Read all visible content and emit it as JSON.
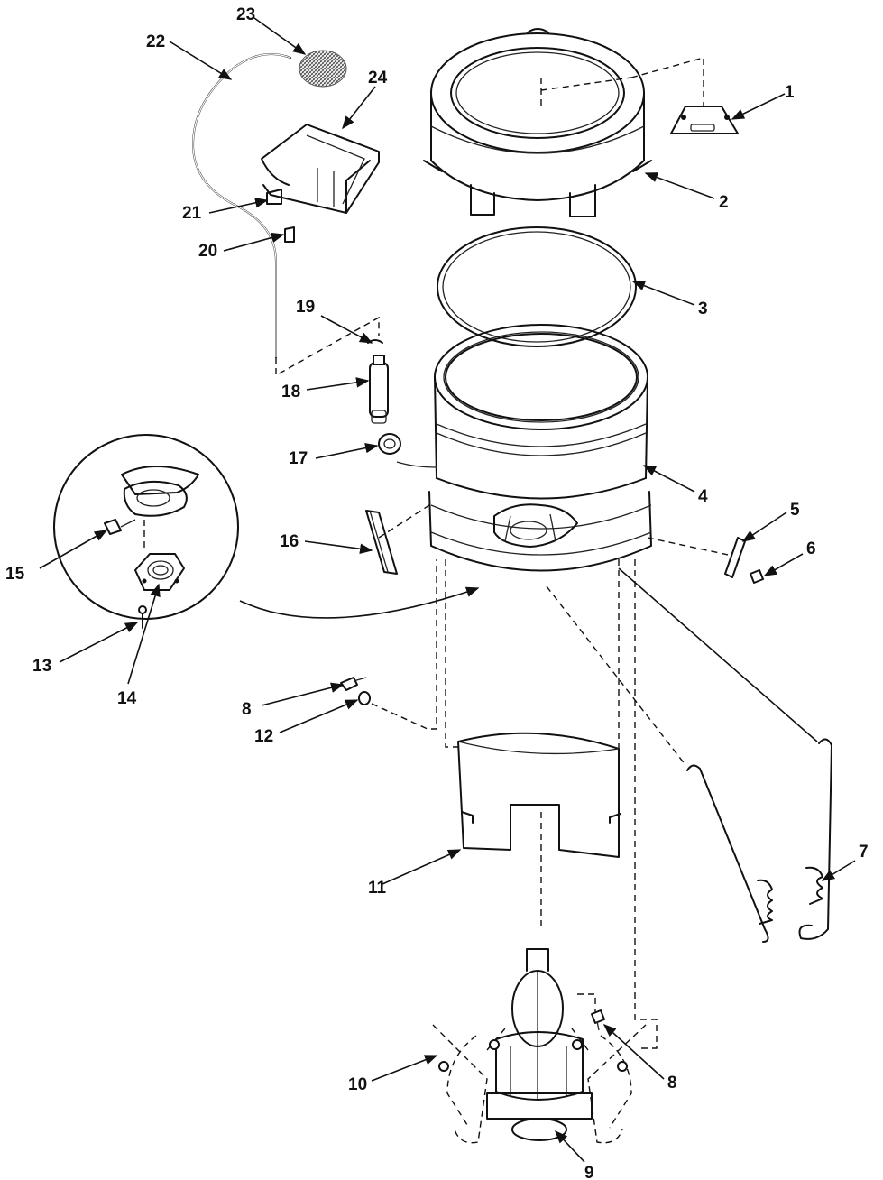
{
  "diagram": {
    "callouts": [
      {
        "id": "1",
        "label": "1"
      },
      {
        "id": "2",
        "label": "2"
      },
      {
        "id": "3",
        "label": "3"
      },
      {
        "id": "4",
        "label": "4"
      },
      {
        "id": "5",
        "label": "5"
      },
      {
        "id": "6",
        "label": "6"
      },
      {
        "id": "7",
        "label": "7"
      },
      {
        "id": "8a",
        "label": "8"
      },
      {
        "id": "8b",
        "label": "8"
      },
      {
        "id": "9",
        "label": "9"
      },
      {
        "id": "10",
        "label": "10"
      },
      {
        "id": "11",
        "label": "11"
      },
      {
        "id": "12",
        "label": "12"
      },
      {
        "id": "13",
        "label": "13"
      },
      {
        "id": "14",
        "label": "14"
      },
      {
        "id": "15",
        "label": "15"
      },
      {
        "id": "16",
        "label": "16"
      },
      {
        "id": "17",
        "label": "17"
      },
      {
        "id": "18",
        "label": "18"
      },
      {
        "id": "19",
        "label": "19"
      },
      {
        "id": "20",
        "label": "20"
      },
      {
        "id": "21",
        "label": "21"
      },
      {
        "id": "22",
        "label": "22"
      },
      {
        "id": "23",
        "label": "23"
      },
      {
        "id": "24",
        "label": "24"
      }
    ]
  }
}
